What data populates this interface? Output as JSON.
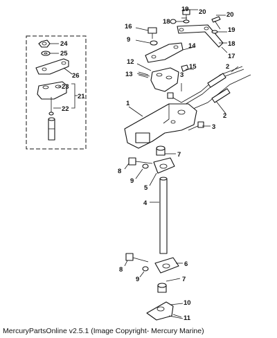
{
  "callouts": {
    "c1": "1",
    "c2a": "2",
    "c2b": "2",
    "c3a": "3",
    "c3b": "3",
    "c4": "4",
    "c5": "5",
    "c6": "6",
    "c7a": "7",
    "c7b": "7",
    "c8a": "8",
    "c8b": "8",
    "c9a": "9",
    "c9b": "9",
    "c9c": "9",
    "c10": "10",
    "c11": "11",
    "c12": "12",
    "c13": "13",
    "c14": "14",
    "c15": "15",
    "c16": "16",
    "c17": "17",
    "c18a": "18",
    "c18b": "18",
    "c19a": "19",
    "c19b": "19",
    "c20a": "20",
    "c20b": "20",
    "c21": "21",
    "c22": "22",
    "c23": "23",
    "c24": "24",
    "c25": "25",
    "c26": "26"
  },
  "footer": "MercuryPartsOnline v2.5.1 (Image Copyright- Mercury Marine)"
}
